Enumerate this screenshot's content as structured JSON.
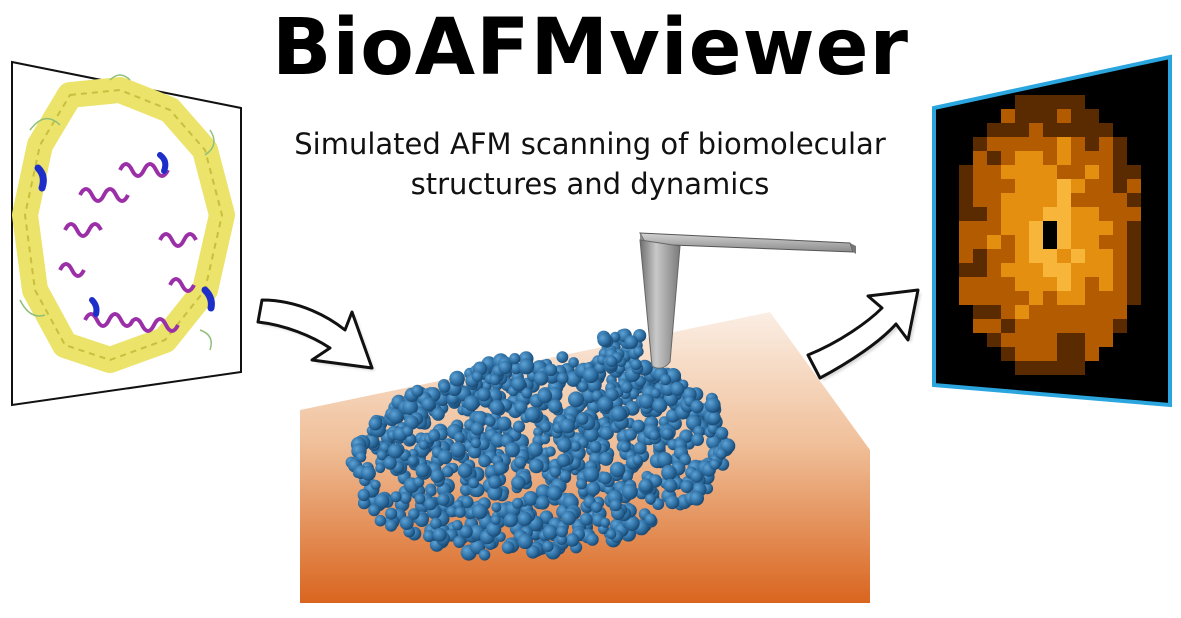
{
  "title": "BioAFMviewer",
  "subtitle_line1": "Simulated AFM scanning of biomolecular",
  "subtitle_line2": "structures and dynamics",
  "colors": {
    "background": "#ffffff",
    "frame_border_left": "#111111",
    "frame_border_right": "#2aa5de",
    "afm_background": "#000000",
    "afm_blob": "#f5a623",
    "substrate_top": "#fbeee4",
    "substrate_bottom": "#d9651f",
    "atoms": "#2e6fa3",
    "helix": "#9b2fa8",
    "sheet": "#ece36a",
    "tip": "#9a9a9a"
  },
  "panels": {
    "left": "ribbon-structure",
    "center": "afm-tip-over-spacefill-molecule-on-substrate",
    "right": "simulated-afm-image"
  },
  "arrows": [
    "left-to-center",
    "center-to-right"
  ]
}
